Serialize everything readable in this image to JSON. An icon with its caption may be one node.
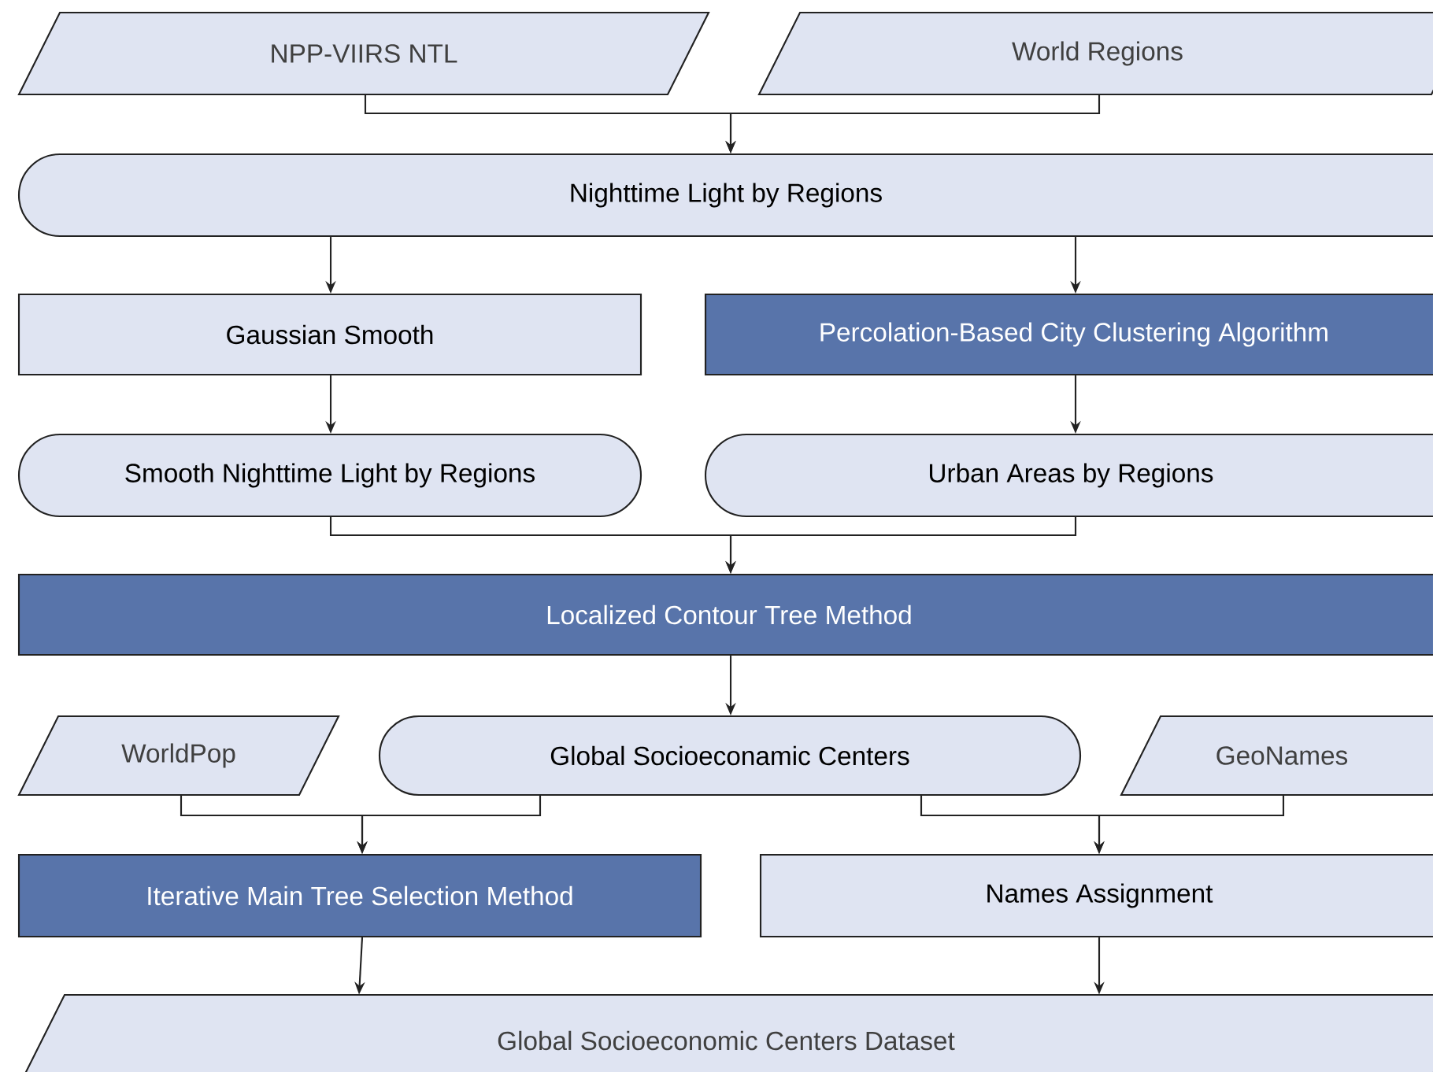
{
  "diagram": {
    "nodes": [
      {
        "text": [
          "NPP-VIIRS NTL"
        ]
      },
      {
        "text": [
          "World Regions"
        ]
      },
      {
        "text": [
          "Nighttime Light by Regions"
        ]
      },
      {
        "text": [
          "Gaussian Smooth"
        ]
      },
      {
        "text": [
          "Percolation-Based City Clustering Algorithm"
        ]
      },
      {
        "text": [
          "Smooth Nighttime Light by Regions"
        ]
      },
      {
        "text": [
          "Urban Areas by Regions"
        ]
      },
      {
        "text": [
          "Localized Contour Tree Method"
        ]
      },
      {
        "text": [
          "WorldPop"
        ]
      },
      {
        "text": [
          "Global Socioeconamic Centers"
        ]
      },
      {
        "text": [
          "GeoNames"
        ]
      },
      {
        "text": [
          "Iterative Main Tree Selection Method"
        ]
      },
      {
        "text": [
          "Names Assignment"
        ]
      },
      {
        "text": [
          "Global Socioeconomic Centers Dataset"
        ]
      }
    ],
    "edges": [
      {
        "from": 0,
        "to": 2,
        "arrow": "to"
      },
      {
        "from": 1,
        "to": 2,
        "arrow": "to"
      },
      {
        "from": 2,
        "to": 3,
        "arrow": "to"
      },
      {
        "from": 2,
        "to": 4,
        "arrow": "to"
      },
      {
        "from": 3,
        "to": 5,
        "arrow": "to"
      },
      {
        "from": 4,
        "to": 6,
        "arrow": "to"
      },
      {
        "from": 5,
        "to": 7,
        "arrow": "to"
      },
      {
        "from": 6,
        "to": 7,
        "arrow": "to"
      },
      {
        "from": 7,
        "to": 9,
        "arrow": "to"
      },
      {
        "from": 8,
        "to": 11,
        "arrow": "to"
      },
      {
        "from": 9,
        "to": 11,
        "arrow": "to"
      },
      {
        "from": 9,
        "to": 12,
        "arrow": "to"
      },
      {
        "from": 10,
        "to": 12,
        "arrow": "to"
      },
      {
        "from": 11,
        "to": 13,
        "arrow": "to"
      },
      {
        "from": 12,
        "to": 13,
        "arrow": "to"
      }
    ]
  }
}
